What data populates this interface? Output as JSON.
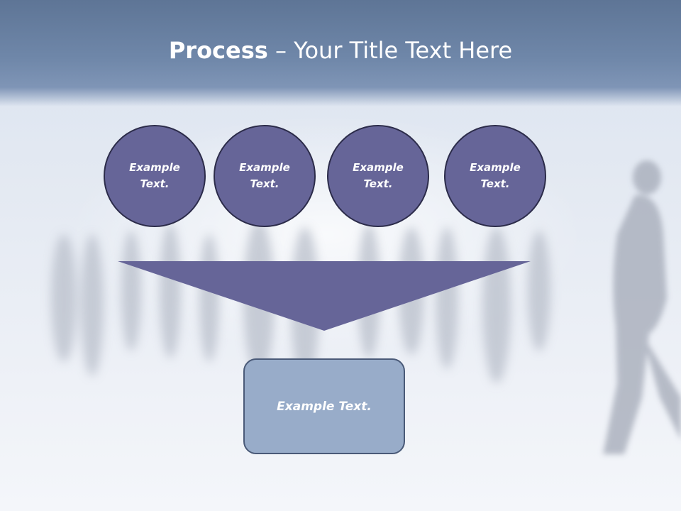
{
  "slide": {
    "title_bold": "Process",
    "title_rest": " – Your Title Text Here"
  },
  "steps": [
    {
      "line1": "Example",
      "line2": "Text."
    },
    {
      "line1": "Example",
      "line2": "Text."
    },
    {
      "line1": "Example",
      "line2": "Text."
    },
    {
      "line1": "Example",
      "line2": "Text."
    }
  ],
  "result": {
    "label": "Example Text."
  },
  "colors": {
    "title_band": "#6f87a9",
    "circle_fill": "#666598",
    "circle_border": "#2c2c4a",
    "funnel_fill": "#666598",
    "result_fill": "#98acc9",
    "result_border": "#4a5a78"
  }
}
